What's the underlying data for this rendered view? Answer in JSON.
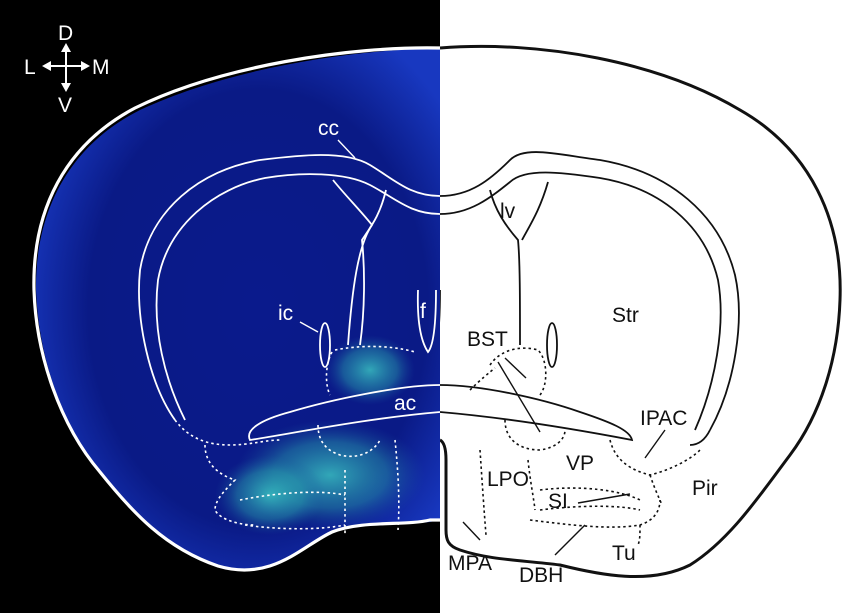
{
  "orientation": {
    "dorsal": "D",
    "ventral": "V",
    "lateral": "L",
    "medial": "M"
  },
  "labels": {
    "cc": "cc",
    "lv": "lv",
    "ic": "ic",
    "f": "f",
    "str": "Str",
    "bst": "BST",
    "ac": "ac",
    "ipac": "IPAC",
    "vp": "VP",
    "lpo": "LPO",
    "pir": "Pir",
    "si": "SI",
    "mpa": "MPA",
    "dbh": "DBH",
    "tu": "Tu"
  },
  "colors": {
    "tissue_background": "#000000",
    "tissue_fluorescence": "#0a1a8c",
    "signal_fluorescence": "#3fd6c8",
    "outline_on_tissue": "#ffffff",
    "outline_on_atlas": "#111111"
  }
}
